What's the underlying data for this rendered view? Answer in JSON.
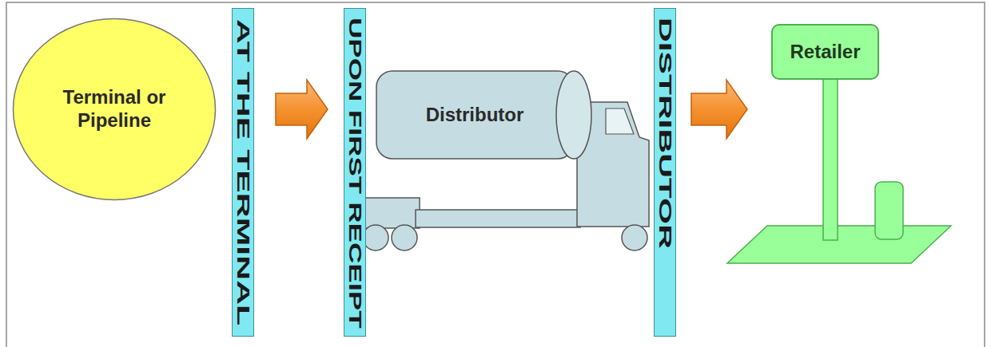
{
  "diagram": {
    "nodes": [
      {
        "text": [
          "Terminal or Pipeline"
        ]
      },
      {
        "text": [
          "AT THE TERMINAL"
        ]
      },
      {
        "text": [
          "UPON FIRST RECEIPT"
        ]
      },
      {
        "text": [
          "Distributor"
        ]
      },
      {
        "text": [
          "DISTRIBUTOR"
        ]
      },
      {
        "text": [
          "Retailer"
        ]
      }
    ],
    "edges": [
      {
        "from": 1,
        "to": 2,
        "arrow": "to"
      },
      {
        "from": 4,
        "to": 5,
        "arrow": "to"
      }
    ]
  }
}
